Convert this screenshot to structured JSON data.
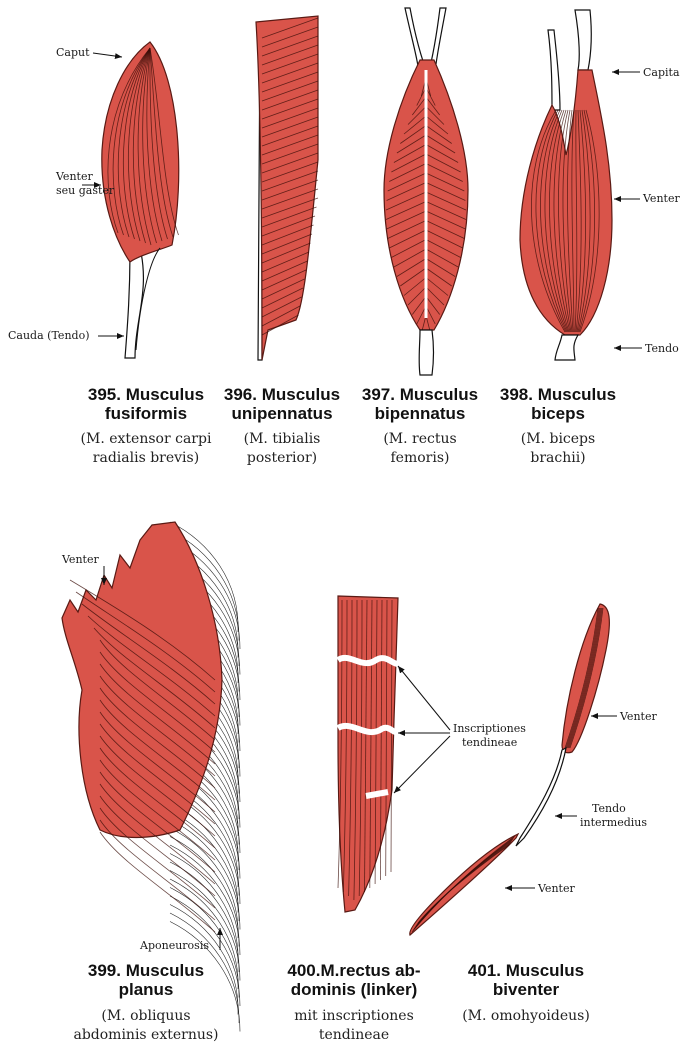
{
  "figures": [
    {
      "id": "395",
      "number_title": "395. Musculus",
      "title_line2": "fusiformis",
      "sub_line1": "(M. extensor carpi",
      "sub_line2": "radialis brevis)",
      "labels": [
        "Caput",
        "Venter",
        "seu gaster",
        "Cauda (Tendo)"
      ]
    },
    {
      "id": "396",
      "number_title": "396. Musculus",
      "title_line2": "unipennatus",
      "sub_line1": "(M. tibialis",
      "sub_line2": "posterior)",
      "labels": []
    },
    {
      "id": "397",
      "number_title": "397. Musculus",
      "title_line2": "bipennatus",
      "sub_line1": "(M. rectus",
      "sub_line2": "femoris)",
      "labels": []
    },
    {
      "id": "398",
      "number_title": "398. Musculus",
      "title_line2": "biceps",
      "sub_line1": "(M. biceps",
      "sub_line2": "brachii)",
      "labels": [
        "Capita",
        "Venter",
        "Tendo"
      ]
    },
    {
      "id": "399",
      "number_title": "399. Musculus",
      "title_line2": "planus",
      "sub_line1": "(M. obliquus",
      "sub_line2": "abdominis externus)",
      "labels": [
        "Venter",
        "Aponeurosis"
      ]
    },
    {
      "id": "400",
      "number_title": "400.M.rectus ab-",
      "title_line2": "dominis (linker)",
      "sub_line1": "mit inscriptiones",
      "sub_line2": "tendineae",
      "labels": [
        "Inscriptiones",
        "tendineae"
      ]
    },
    {
      "id": "401",
      "number_title": "401. Musculus",
      "title_line2": "biventer",
      "sub_line1": "(M. omohyoideus)",
      "sub_line2": "",
      "labels": [
        "Venter",
        "Tendo",
        "intermedius",
        "Venter"
      ]
    }
  ],
  "colors": {
    "muscle": "#d9544a",
    "fiber": "#3a0d08",
    "tendon": "#ffffff"
  }
}
